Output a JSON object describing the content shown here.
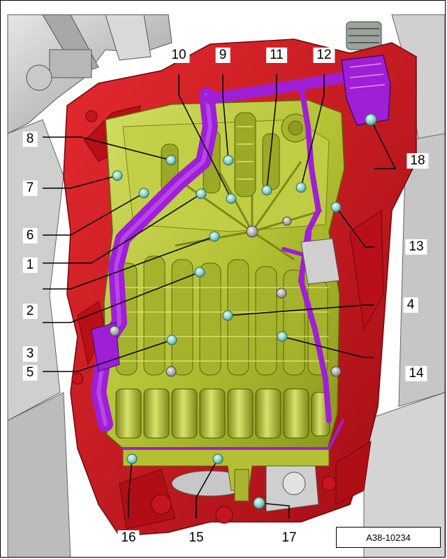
{
  "figure_reference": "A38-10234",
  "colors": {
    "housing": "#d8141e",
    "housing_dark": "#8c0a10",
    "valve_body": "#b5c234",
    "valve_body_dark": "#6f7a12",
    "valve_body_light": "#d6e068",
    "wiring": "#9e1fd6",
    "bolt": "#8fd3c8",
    "plug": "#a9a9a9",
    "transmission_gray": "#bdbdbd"
  },
  "callouts": [
    {
      "id": "1",
      "label": "1"
    },
    {
      "id": "2",
      "label": "2"
    },
    {
      "id": "3",
      "label": "3"
    },
    {
      "id": "4",
      "label": "4"
    },
    {
      "id": "5",
      "label": "5"
    },
    {
      "id": "6",
      "label": "6"
    },
    {
      "id": "7",
      "label": "7"
    },
    {
      "id": "8",
      "label": "8"
    },
    {
      "id": "9",
      "label": "9"
    },
    {
      "id": "10",
      "label": "10"
    },
    {
      "id": "11",
      "label": "11"
    },
    {
      "id": "12",
      "label": "12"
    },
    {
      "id": "13",
      "label": "13"
    },
    {
      "id": "14",
      "label": "14"
    },
    {
      "id": "15",
      "label": "15"
    },
    {
      "id": "16",
      "label": "16"
    },
    {
      "id": "17",
      "label": "17"
    },
    {
      "id": "18",
      "label": "18"
    }
  ]
}
